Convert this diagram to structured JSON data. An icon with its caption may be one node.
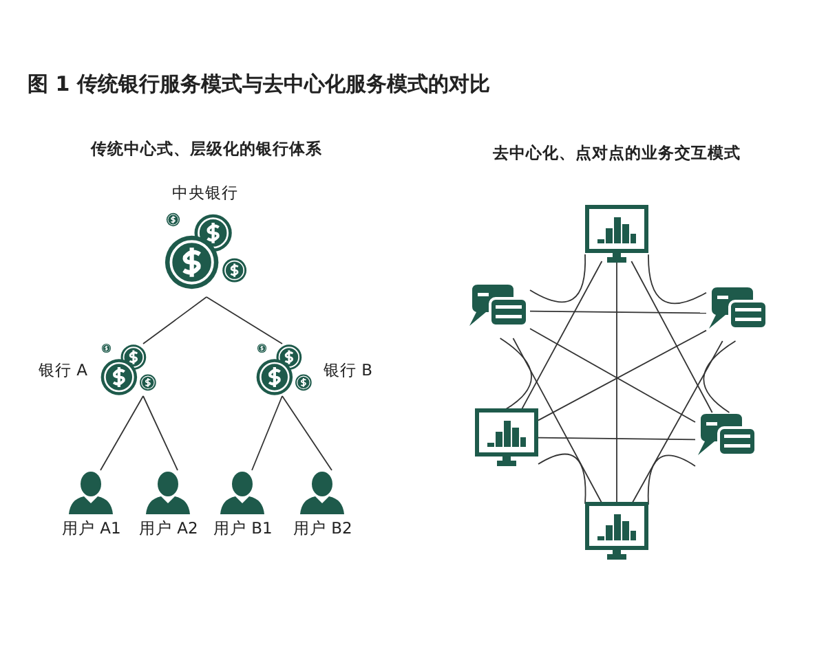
{
  "diagram": {
    "title": "图 1 传统银行服务模式与去中心化服务模式的对比",
    "nodes": [
      {
        "text": [
          "中央银行"
        ]
      },
      {
        "text": [
          "银行 A"
        ]
      },
      {
        "text": [
          "银行 B"
        ]
      },
      {
        "text": [
          "用户 A1"
        ]
      },
      {
        "text": [
          "用户 A2"
        ]
      },
      {
        "text": [
          "用户 B1"
        ]
      },
      {
        "text": [
          "用户 B2"
        ]
      },
      {
        "text": [],
        "shape": "monitor"
      },
      {
        "text": [],
        "shape": "speech-bubble"
      },
      {
        "text": [],
        "shape": "speech-bubble"
      },
      {
        "text": [],
        "shape": "monitor"
      },
      {
        "text": [],
        "shape": "speech-bubble"
      },
      {
        "text": [],
        "shape": "monitor"
      }
    ],
    "edges": [
      {
        "from": 0,
        "to": 1,
        "arrow": "none"
      },
      {
        "from": 0,
        "to": 2,
        "arrow": "none"
      },
      {
        "from": 1,
        "to": 3,
        "arrow": "none"
      },
      {
        "from": 1,
        "to": 4,
        "arrow": "none"
      },
      {
        "from": 2,
        "to": 5,
        "arrow": "none"
      },
      {
        "from": 2,
        "to": 6,
        "arrow": "none"
      },
      {
        "from": 7,
        "to": 8,
        "arrow": "none"
      },
      {
        "from": 7,
        "to": 9,
        "arrow": "none"
      },
      {
        "from": 7,
        "to": 10,
        "arrow": "none"
      },
      {
        "from": 7,
        "to": 11,
        "arrow": "none"
      },
      {
        "from": 7,
        "to": 12,
        "arrow": "none"
      },
      {
        "from": 8,
        "to": 9,
        "arrow": "none"
      },
      {
        "from": 8,
        "to": 10,
        "arrow": "none"
      },
      {
        "from": 8,
        "to": 11,
        "arrow": "none"
      },
      {
        "from": 8,
        "to": 12,
        "arrow": "none"
      },
      {
        "from": 9,
        "to": 10,
        "arrow": "none"
      },
      {
        "from": 9,
        "to": 11,
        "arrow": "none"
      },
      {
        "from": 9,
        "to": 12,
        "arrow": "none"
      },
      {
        "from": 10,
        "to": 11,
        "arrow": "none"
      },
      {
        "from": 10,
        "to": 12,
        "arrow": "none"
      },
      {
        "from": 11,
        "to": 12,
        "arrow": "none"
      }
    ],
    "labels": [
      "传统中心式、层级化的银行体系",
      "去中心化、点对点的业务交互模式"
    ]
  }
}
